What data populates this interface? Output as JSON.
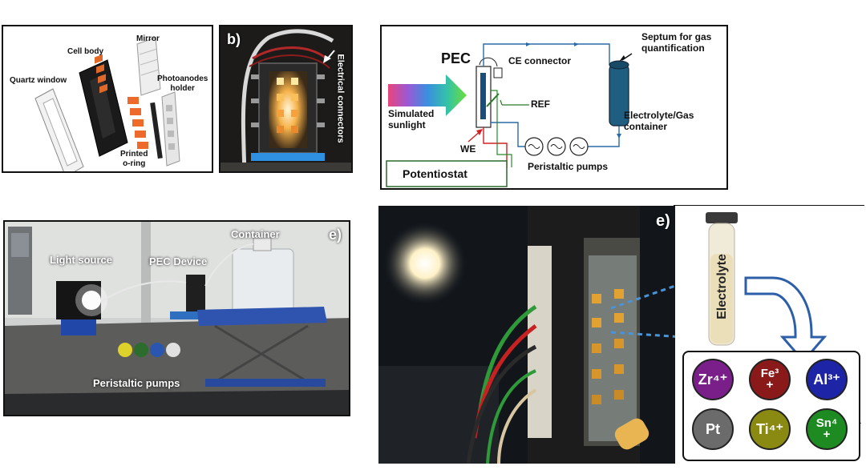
{
  "panel_a": {
    "labels": {
      "quartz_window": "Quartz window",
      "cell_body": "Cell body",
      "mirror": "Mirror",
      "photoanodes_holder": "Photoanodes\nholder",
      "printed_oring": "Printed\no-ring"
    }
  },
  "panel_b": {
    "letter": "b)",
    "electrical_connectors": "Electrical connectors"
  },
  "panel_c": {
    "pec": "PEC",
    "ce_connector": "CE connector",
    "septum": "Septum for gas\nquantification",
    "ref": "REF",
    "simulated_sunlight": "Simulated\nsunlight",
    "electrolyte_gas": "Electrolyte/Gas\ncontainer",
    "we": "WE",
    "potentiostat": "Potentiostat",
    "peristaltic_pumps": "Peristaltic pumps"
  },
  "panel_d": {
    "letter": "e)",
    "container": "Container",
    "light_source": "Light source",
    "pec_device": "PEC Device",
    "peristaltic_pumps": "Peristaltic pumps"
  },
  "panel_e": {
    "letter": "e)",
    "electrolyte": "Electrolyte",
    "ions": [
      {
        "label": "Zr⁴⁺",
        "color": "#7a1f8a"
      },
      {
        "label": "Fe³\n+",
        "color": "#8a1a1a"
      },
      {
        "label": "Al³⁺",
        "color": "#1d24a6"
      },
      {
        "label": "Pt",
        "color": "#6b6b6b"
      },
      {
        "label": "Ti⁴⁺",
        "color": "#8a8a12"
      },
      {
        "label": "Sn⁴\n+",
        "color": "#1e8a22"
      }
    ]
  },
  "trailing_mark": "."
}
